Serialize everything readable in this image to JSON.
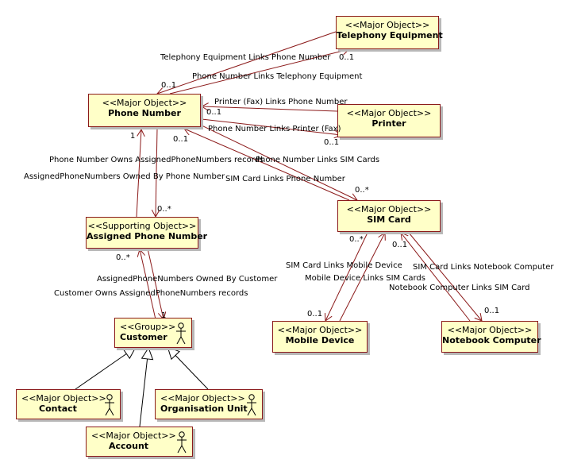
{
  "nodes": {
    "telephony": {
      "stereotype": "<<Major Object>>",
      "name": "Telephony Equipment"
    },
    "phone": {
      "stereotype": "<<Major Object>>",
      "name": "Phone Number"
    },
    "printer": {
      "stereotype": "<<Major Object>>",
      "name": "Printer"
    },
    "sim": {
      "stereotype": "<<Major Object>>",
      "name": "SIM Card"
    },
    "assigned": {
      "stereotype": "<<Supporting Object>>",
      "name": "Assigned Phone Number"
    },
    "customer": {
      "stereotype": "<<Group>>",
      "name": "Customer"
    },
    "mobile": {
      "stereotype": "<<Major Object>>",
      "name": "Mobile Device"
    },
    "notebook": {
      "stereotype": "<<Major Object>>",
      "name": "Notebook Computer"
    },
    "contact": {
      "stereotype": "<<Major Object>>",
      "name": "Contact"
    },
    "orgunit": {
      "stereotype": "<<Major Object>>",
      "name": "Organisation Unit"
    },
    "account": {
      "stereotype": "<<Major Object>>",
      "name": "Account"
    }
  },
  "labels": {
    "tel_links_phone": "Telephony Equipment Links Phone Number",
    "phone_links_tel": "Phone Number Links Telephony Equipment",
    "printer_links_phone": "Printer (Fax) Links Phone Number",
    "phone_links_printer": "Phone Number Links Printer (Fax)",
    "phone_owns_assigned": "Phone Number Owns AssignedPhoneNumbers records",
    "phone_links_sim": "Phone Number Links SIM Cards",
    "assigned_owned_phone": "AssignedPhoneNumbers Owned By Phone Number",
    "sim_links_phone": "SIM Card Links Phone Number",
    "assigned_owned_customer": "AssignedPhoneNumbers Owned By Customer",
    "customer_owns_assigned": "Customer Owns AssignedPhoneNumbers records",
    "sim_links_mobile": "SIM Card Links Mobile Device",
    "mobile_links_sim": "Mobile Device Links SIM Cards",
    "sim_links_notebook": "SIM Card Links Notebook Computer",
    "notebook_links_sim": "Notebook Computer Links SIM Card"
  },
  "multiplicities": {
    "tel_01": "0..1",
    "phone_tel_01": "0..1",
    "phone_printer_01": "0..1",
    "printer_01": "0..1",
    "phone_sim_01": "0..1",
    "phone_assigned_1": "1",
    "sim_many": "0..*",
    "assigned_many_top": "0..*",
    "assigned_many_bottom": "0..*",
    "customer_1": "1",
    "sim_mobile_many": "0..*",
    "sim_notebook_01": "0..1",
    "mobile_01": "0..1",
    "notebook_01": "0..1"
  },
  "colors": {
    "box_fill": "#ffffc8",
    "line": "#8b1a1a",
    "shadow": "#b8b8b8"
  }
}
